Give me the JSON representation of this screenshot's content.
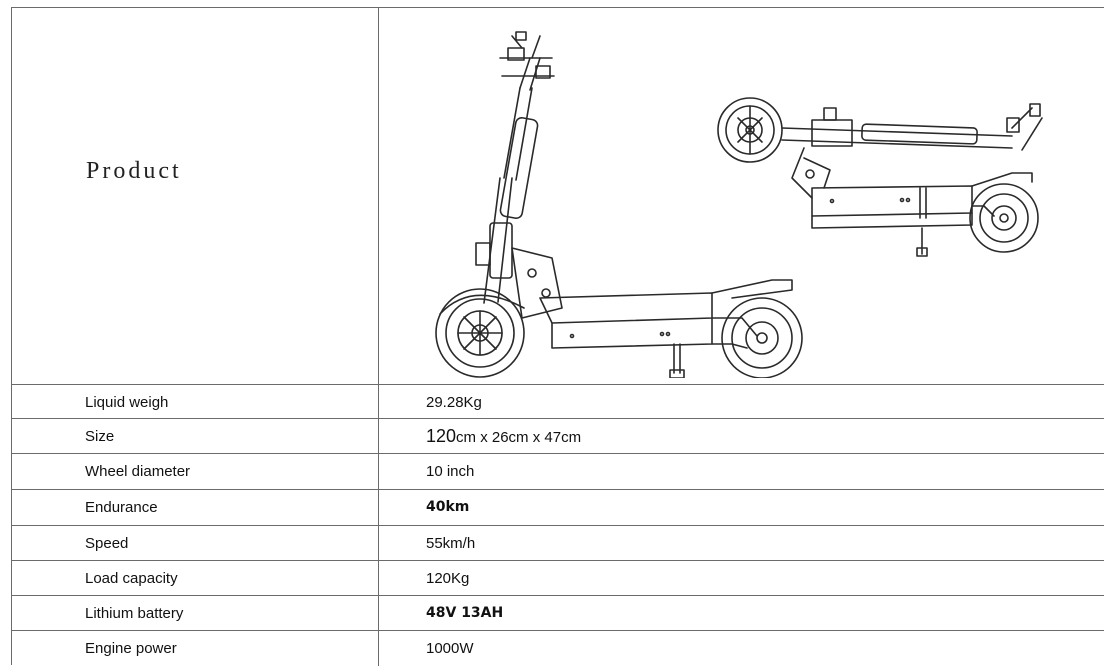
{
  "hero": {
    "label": "Product",
    "image_icon": "folding-electric-scooter-drawing-icon"
  },
  "specs": [
    {
      "label": "Liquid weigh",
      "value": "29.28Kg"
    },
    {
      "label": "Size",
      "value_big": "120",
      "value": "cm x 26cm x 47cm"
    },
    {
      "label": "Wheel diameter",
      "value": "10 inch"
    },
    {
      "label": "Endurance",
      "value": "40km"
    },
    {
      "label": "Speed",
      "value": "55km/h"
    },
    {
      "label": "Load capacity",
      "value": "120Kg"
    },
    {
      "label": "Lithium battery",
      "value": "48V 13AH"
    },
    {
      "label": "Engine power",
      "value": "1000W"
    }
  ],
  "colors": {
    "line": "#6b6b6b",
    "text": "#111111",
    "drawing": "#2a2a2a"
  }
}
